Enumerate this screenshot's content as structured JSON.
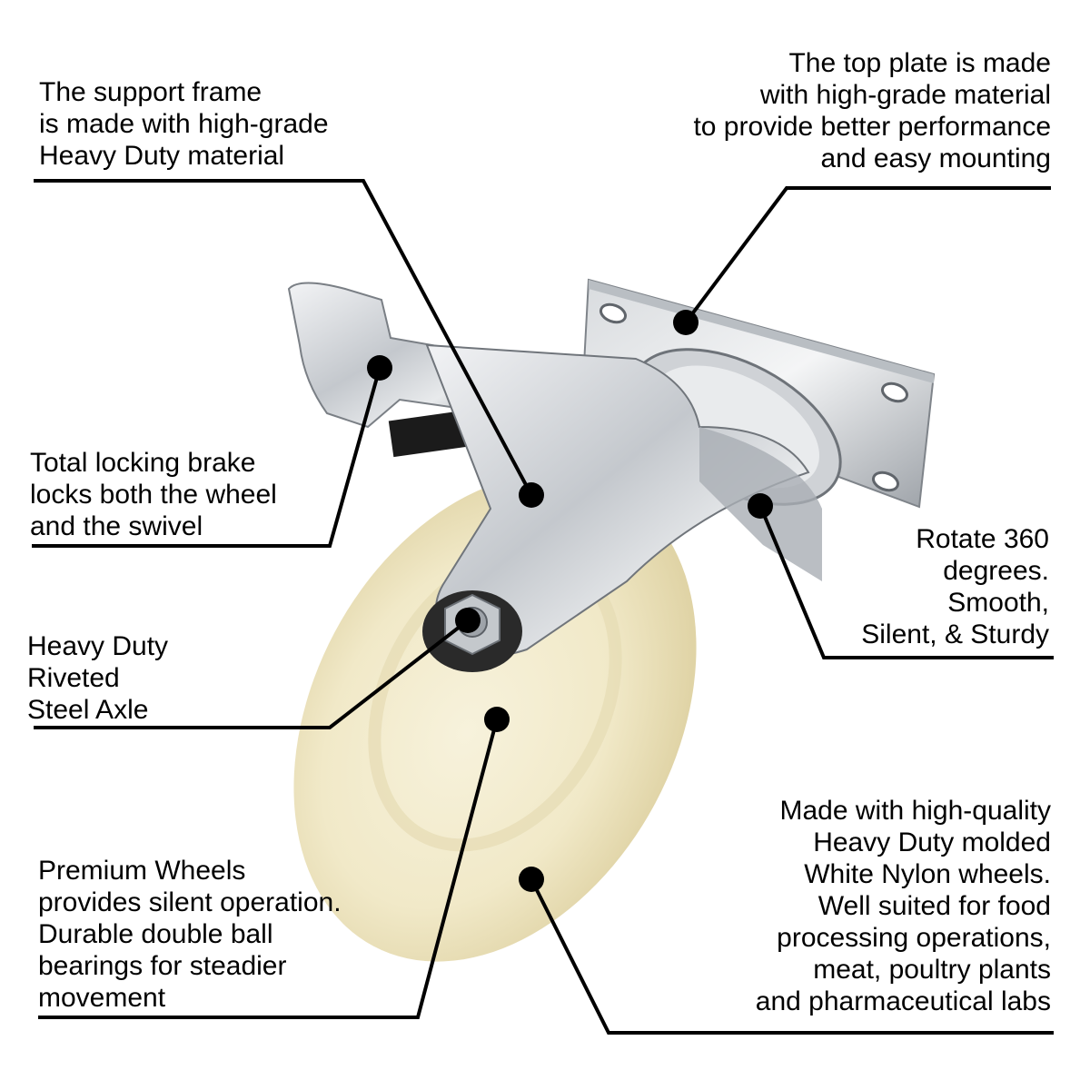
{
  "product": "Swivel caster with total locking brake and white nylon wheel",
  "colors": {
    "background": "#ffffff",
    "text": "#000000",
    "leader_line": "#000000",
    "wheel": "#f3eccf",
    "wheel_shadow": "#e2d6a8",
    "steel": "#c9ccd0",
    "steel_dark": "#8d9196"
  },
  "callouts": {
    "support_frame": {
      "lines": [
        "The support frame",
        "is made with high-grade",
        "Heavy Duty material"
      ]
    },
    "top_plate": {
      "lines": [
        "The top plate is made",
        "with high-grade material",
        "to provide better performance",
        "and easy mounting"
      ]
    },
    "locking_brake": {
      "lines": [
        "Total locking brake",
        "locks both the wheel",
        "and the swivel"
      ]
    },
    "rotate": {
      "lines": [
        "Rotate 360",
        "degrees.",
        "Smooth,",
        "Silent, & Sturdy"
      ]
    },
    "axle": {
      "lines": [
        "Heavy Duty",
        "Riveted",
        "Steel Axle"
      ]
    },
    "premium_wheels": {
      "lines": [
        "Premium Wheels",
        "provides silent operation.",
        "Durable double ball",
        "bearings for steadier",
        "movement"
      ]
    },
    "nylon_wheels": {
      "lines": [
        "Made with high-quality",
        "Heavy Duty molded",
        "White Nylon wheels.",
        "Well suited for food",
        "processing operations,",
        "meat, poultry plants",
        "and pharmaceutical labs"
      ]
    }
  }
}
